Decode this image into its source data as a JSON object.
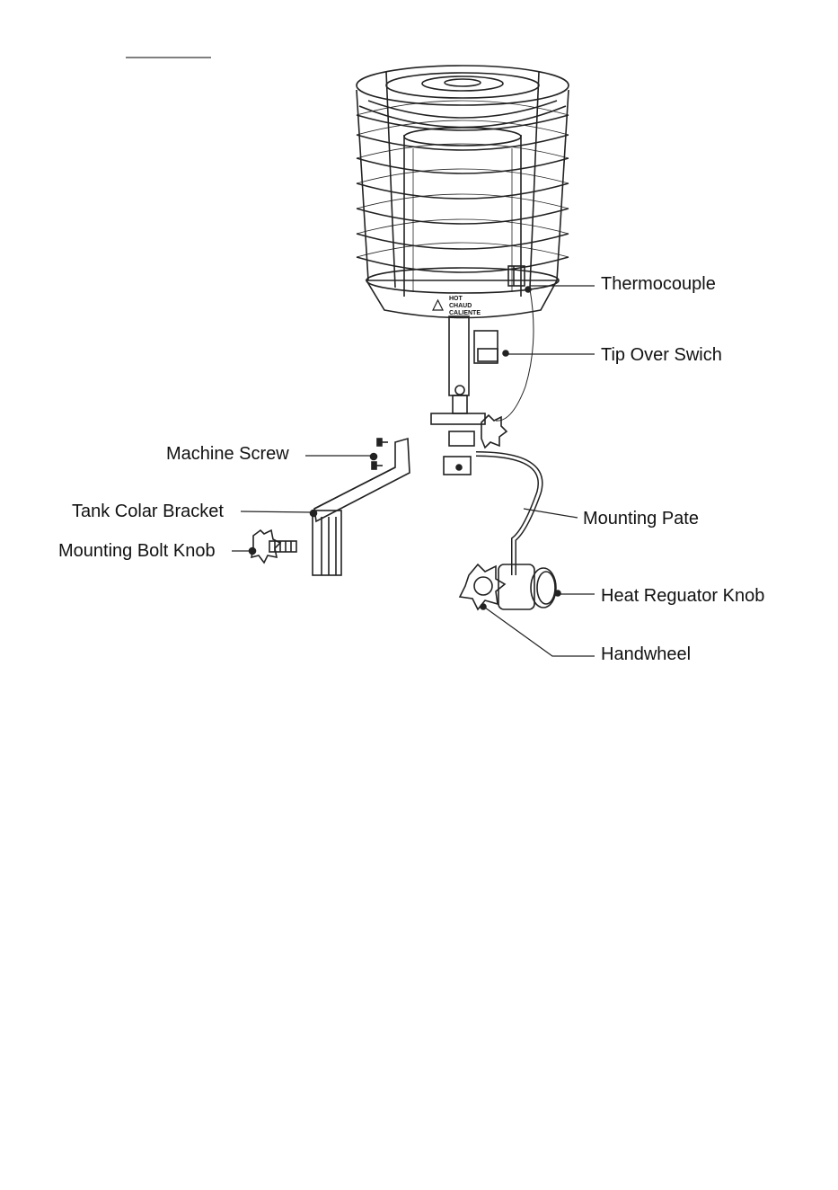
{
  "labels": {
    "thermocouple": "Thermocouple",
    "tip_over_switch": "Tip Over Swich",
    "machine_screw": "Machine Screw",
    "tank_collar_bracket": "Tank Colar Bracket",
    "mounting_plate": "Mounting Pate",
    "mounting_bolt_knob": "Mounting Bolt Knob",
    "heat_regulator_knob": "Heat Reguator Knob",
    "handwheel": "Handwheel"
  },
  "warning_label": [
    "HOT",
    "CHAUD",
    "CALIENTE"
  ],
  "colors": {
    "line": "#222222",
    "text": "#111111",
    "background": "#ffffff"
  }
}
